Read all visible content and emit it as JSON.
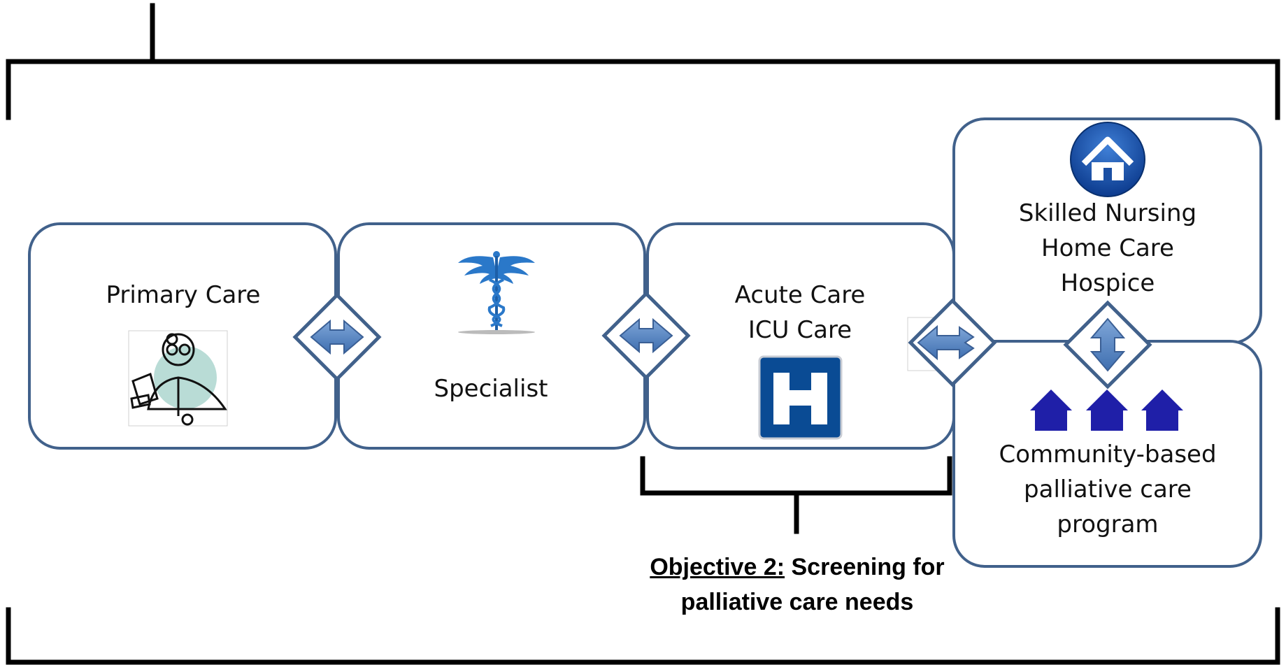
{
  "nodes": {
    "primary_care": {
      "label": "Primary Care"
    },
    "specialist": {
      "label": "Specialist"
    },
    "acute_care": {
      "lines": [
        "Acute Care",
        "ICU Care"
      ]
    },
    "post_acute": {
      "lines": [
        "Skilled Nursing",
        "Home Care",
        "Hospice"
      ]
    },
    "community": {
      "lines": [
        "Community-based",
        "palliative care",
        "program"
      ]
    }
  },
  "objective": {
    "prefix": "Objective 2:",
    "text": " Screening for palliative care needs"
  },
  "icons": {
    "primary_care": "doctor-icon",
    "specialist": "caduceus-icon",
    "acute_care": "hospital-h-icon",
    "post_acute": "home-circle-icon",
    "community": "houses-icon",
    "connectors": "double-arrow-icon"
  },
  "colors": {
    "box_border": "#41618b",
    "arrow_fill": "#4f7fbf",
    "hospital_blue": "#0a4b94",
    "house_blue": "#1f1fa8"
  }
}
